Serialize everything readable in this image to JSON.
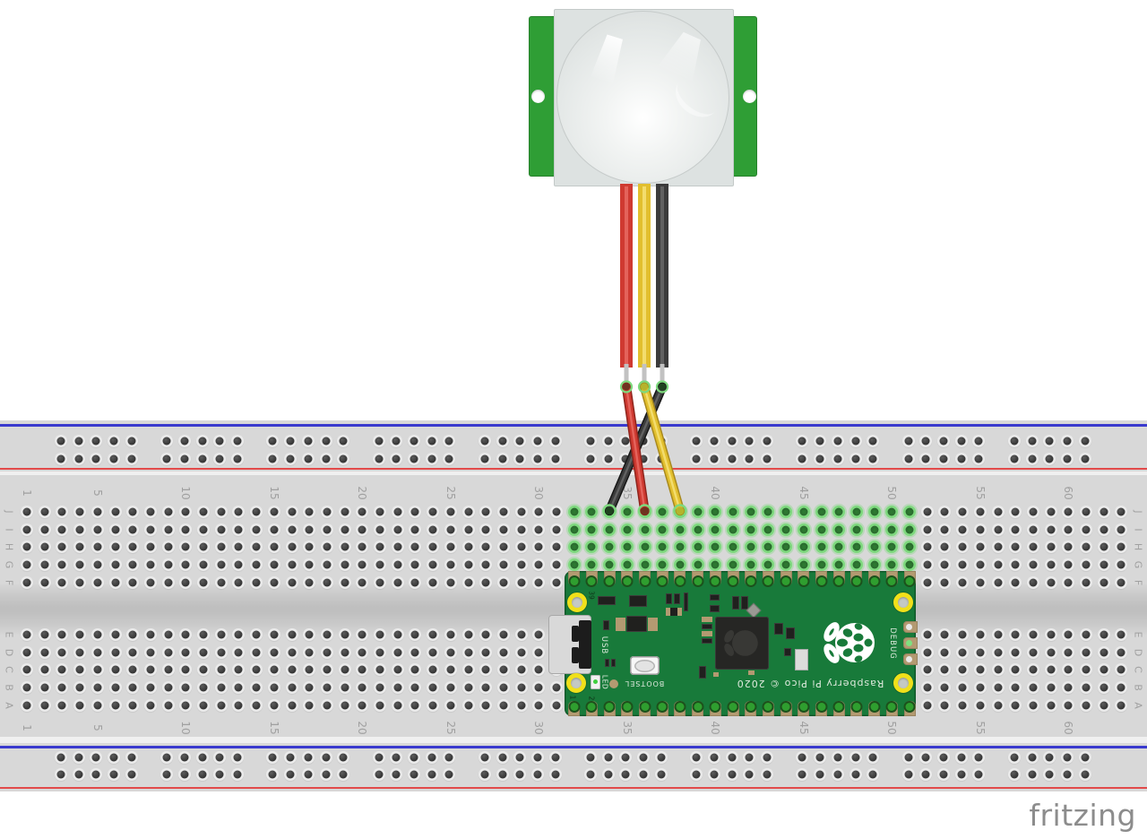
{
  "watermark": "fritzing",
  "sensor": {
    "name": "PIR motion sensor",
    "board_color": "#2f9e35",
    "lens_color": "#e8ebea"
  },
  "breadboard": {
    "column_numbers": [
      "1",
      "5",
      "10",
      "15",
      "20",
      "25",
      "30",
      "35",
      "40",
      "45",
      "50",
      "55",
      "60"
    ],
    "row_letters_top": [
      "J",
      "I",
      "H",
      "G",
      "F"
    ],
    "row_letters_bottom": [
      "E",
      "D",
      "C",
      "B",
      "A"
    ],
    "rail_blue": "#3a3ace",
    "rail_red": "#e24a4a",
    "connected_ring_color": "#7dd97d",
    "connected_columns_start": 32,
    "connected_columns_end": 51
  },
  "pico": {
    "name": "Raspberry Pi Pico",
    "board_color": "#187a3a",
    "labels": {
      "pin39": "39",
      "pin1": "1",
      "pin2": "2",
      "usb": "USB",
      "led": "LED",
      "bootsel": "BOOTSEL",
      "debug": "DEBUG",
      "branding": "Raspberry Pi Pico © 2020"
    }
  },
  "wires": [
    {
      "name": "ground-wire",
      "color_name": "black",
      "hex": "#3b3b3b",
      "hex_light": "#616161",
      "hex_dark": "#161616",
      "tip_hex": "#1e421e",
      "sensor_pin": 3,
      "breadboard": {
        "row": "J",
        "column": 34
      }
    },
    {
      "name": "power-wire",
      "color_name": "red",
      "hex": "#cf3a31",
      "hex_light": "#e4635b",
      "hex_dark": "#8e241c",
      "tip_hex": "#6e3420",
      "sensor_pin": 1,
      "breadboard": {
        "row": "J",
        "column": 36
      }
    },
    {
      "name": "signal-wire",
      "color_name": "yellow",
      "hex": "#e2bf2e",
      "hex_light": "#f3dd6e",
      "hex_dark": "#a8891d",
      "tip_hex": "#b5b42c",
      "sensor_pin": 2,
      "breadboard": {
        "row": "J",
        "column": 38
      }
    }
  ]
}
